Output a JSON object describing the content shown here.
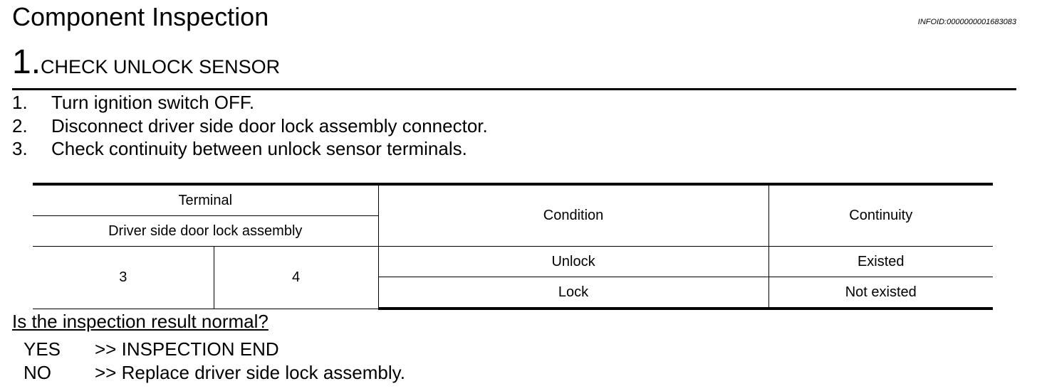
{
  "header": {
    "title": "Component Inspection",
    "info_id": "INFOID:0000000001683083"
  },
  "step": {
    "number": "1.",
    "title": "CHECK UNLOCK SENSOR"
  },
  "instructions": [
    {
      "num": "1.",
      "text": "Turn ignition switch OFF."
    },
    {
      "num": "2.",
      "text": "Disconnect driver side door lock assembly connector."
    },
    {
      "num": "3.",
      "text": "Check continuity between unlock sensor terminals."
    }
  ],
  "table": {
    "header": {
      "terminal": "Terminal",
      "component": "Driver side door lock assembly",
      "condition": "Condition",
      "continuity": "Continuity"
    },
    "terminals": [
      "3",
      "4"
    ],
    "rows": [
      {
        "condition": "Unlock",
        "continuity": "Existed"
      },
      {
        "condition": "Lock",
        "continuity": "Not existed"
      }
    ]
  },
  "question": "Is the inspection result normal?",
  "answers": [
    {
      "key": "YES",
      "text": ">> INSPECTION END"
    },
    {
      "key": "NO",
      "text": ">> Replace driver side lock assembly."
    }
  ]
}
